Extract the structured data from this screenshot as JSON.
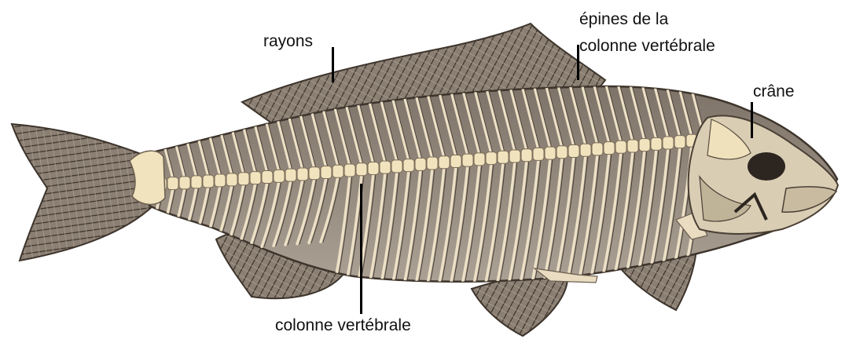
{
  "labels": {
    "rays": "rayons",
    "spines_line1": "épines de la",
    "spines_line2": "colonne vertébrale",
    "skull": "crâne",
    "vertebral_column": "colonne vertébrale"
  },
  "colors": {
    "background": "#ffffff",
    "flesh": "#8f8477",
    "fin": "#756a5f",
    "bone": "#f1e3bd",
    "outline": "#3d342c",
    "leader": "#000000"
  }
}
